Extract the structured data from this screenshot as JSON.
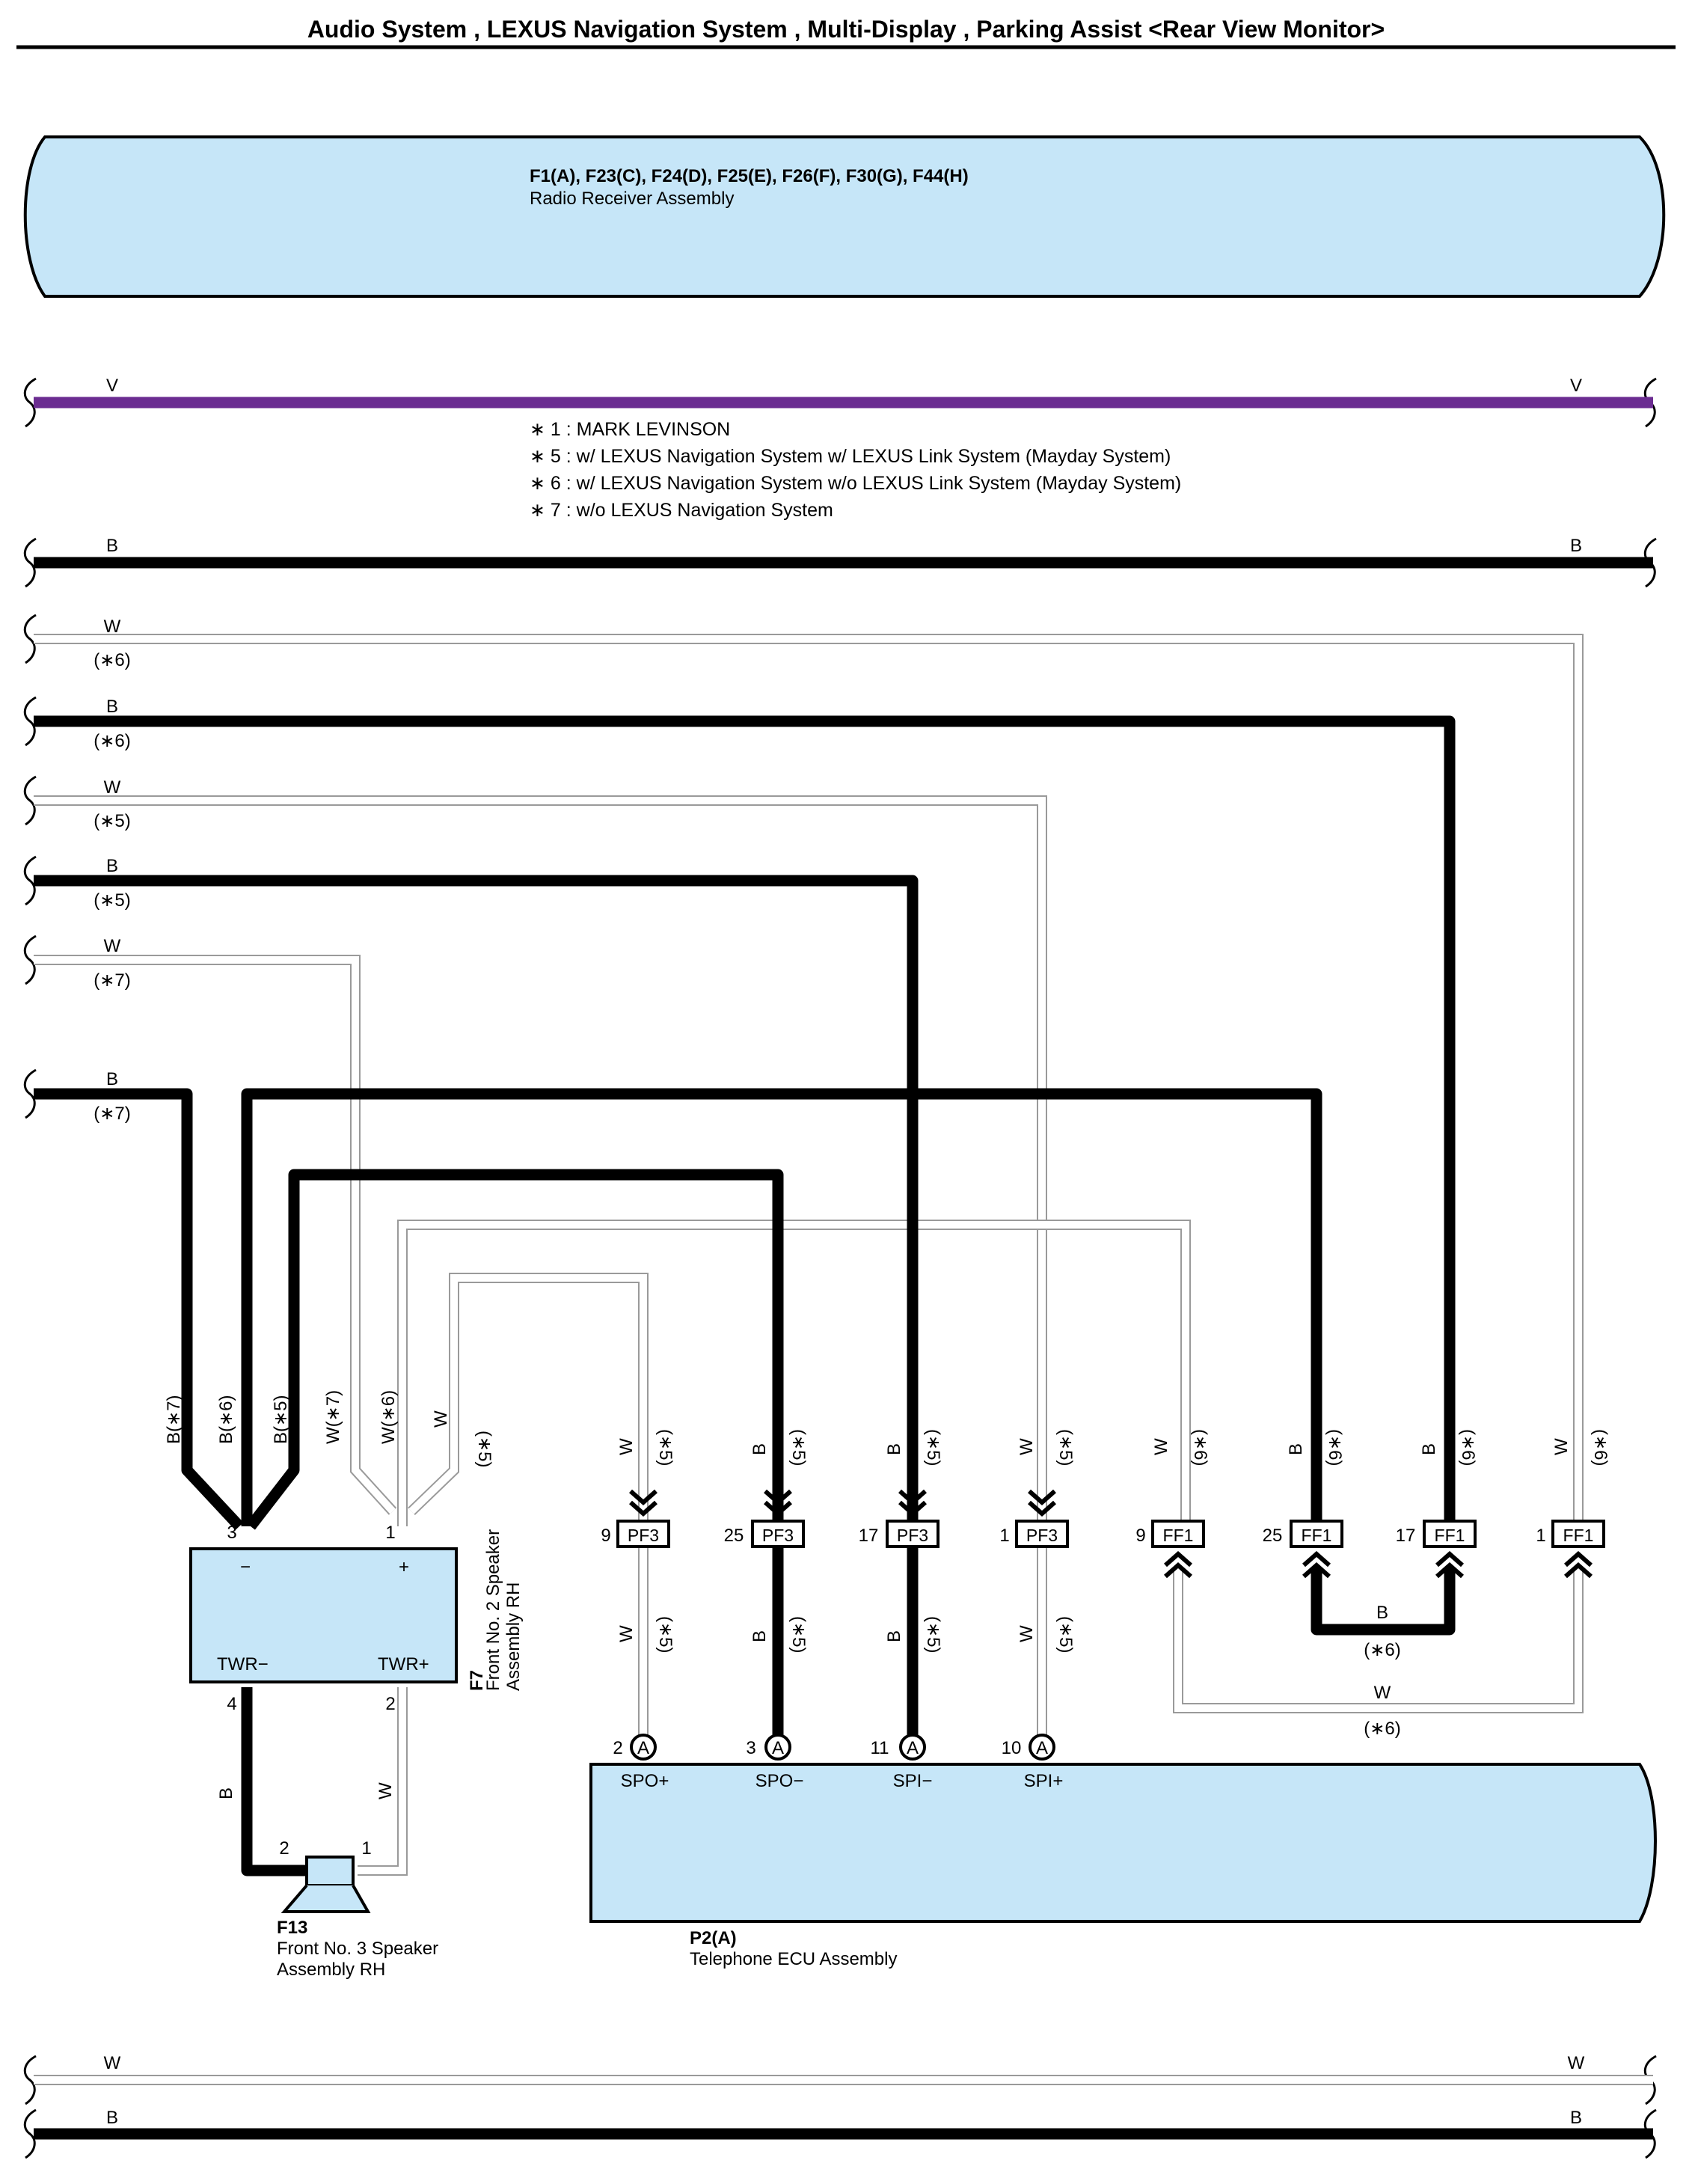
{
  "title": "Audio System , LEXUS Navigation System , Multi-Display , Parking Assist <Rear View Monitor>",
  "radio": {
    "connectors": "F1(A), F23(C), F24(D), F25(E), F26(F), F30(G), F44(H)",
    "name": "Radio Receiver Assembly"
  },
  "notes": [
    "∗ 1 : MARK LEVINSON",
    "∗ 5 : w/ LEXUS Navigation System w/ LEXUS Link System (Mayday System)",
    "∗ 6 : w/ LEXUS Navigation System w/o LEXUS Link System (Mayday System)",
    "∗ 7 : w/o LEXUS Navigation System"
  ],
  "wire_colors": {
    "V": "V",
    "B": "B",
    "W": "W",
    "v_hex": "#6b2c91",
    "b_hex": "#000000",
    "w_hex": "#ffffff",
    "component_fill": "#c6e6f8"
  },
  "variant_tags": {
    "s5": "(∗5)",
    "s6": "(∗6)",
    "s7": "(∗7)",
    "b7": "B(∗7)",
    "b6": "B(∗6)",
    "b5": "B(∗5)",
    "w7": "W(∗7)",
    "w6": "W(∗6)"
  },
  "f7": {
    "code": "F7",
    "name_line1": "Front No. 2 Speaker",
    "name_line2": "Assembly RH",
    "minus_sign": "−",
    "plus_sign": "+",
    "twr_minus": "TWR−",
    "twr_plus": "TWR+",
    "pin_3": "3",
    "pin_1": "1",
    "pin_4": "4",
    "pin_2": "2"
  },
  "f13": {
    "code": "F13",
    "name_line1": "Front No. 3 Speaker",
    "name_line2": "Assembly RH",
    "pin_2": "2",
    "pin_1": "1"
  },
  "p2": {
    "code": "P2(A)",
    "name": "Telephone ECU Assembly",
    "letter": "A",
    "terminals": [
      {
        "pin": "2",
        "name": "SPO+"
      },
      {
        "pin": "3",
        "name": "SPO−"
      },
      {
        "pin": "11",
        "name": "SPI−"
      },
      {
        "pin": "10",
        "name": "SPI+"
      }
    ]
  },
  "junctions": {
    "pf3": "PF3",
    "ff1": "FF1",
    "pins": [
      "9",
      "25",
      "17",
      "1",
      "9",
      "25",
      "17",
      "1"
    ]
  }
}
